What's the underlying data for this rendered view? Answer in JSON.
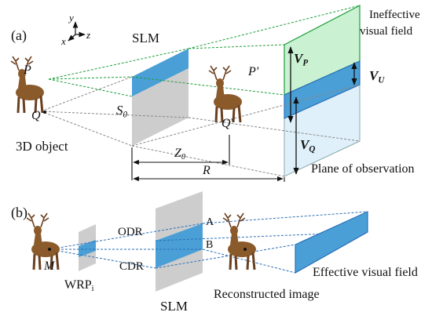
{
  "panel_a": {
    "tag": "(a)",
    "axes": {
      "x": "x",
      "y": "y",
      "z": "z"
    },
    "slm": "SLM",
    "s0": {
      "base": "S",
      "sub": "0"
    },
    "p": "P",
    "q": "Q",
    "p_prime": "P'",
    "q_prime": "Q'",
    "object_caption": "3D object",
    "ineffective_line1": "Ineffective",
    "ineffective_line2": "visual field",
    "vp": {
      "base": "V",
      "sub": "P"
    },
    "vu": {
      "base": "V",
      "sub": "U"
    },
    "vq": {
      "base": "V",
      "sub": "Q"
    },
    "z0": {
      "base": "Z",
      "sub": "0"
    },
    "r": "R",
    "plane": "Plane of observation"
  },
  "panel_b": {
    "tag": "(b)",
    "odr": "ODR",
    "cdr": "CDR",
    "a": "A",
    "b": "B",
    "m": "M",
    "wrp": {
      "base": "WRP",
      "sub": "i"
    },
    "slm": "SLM",
    "reconstructed": "Reconstructed image",
    "effective": "Effective visual field"
  },
  "colors": {
    "green_field": "#c9f1d2",
    "green_line": "#1e9e3a",
    "blue": "#4a9fd6",
    "blue_dark": "#2a6fb8",
    "gray_plane": "#cdcdcd",
    "deer": "#8b5a2b"
  }
}
